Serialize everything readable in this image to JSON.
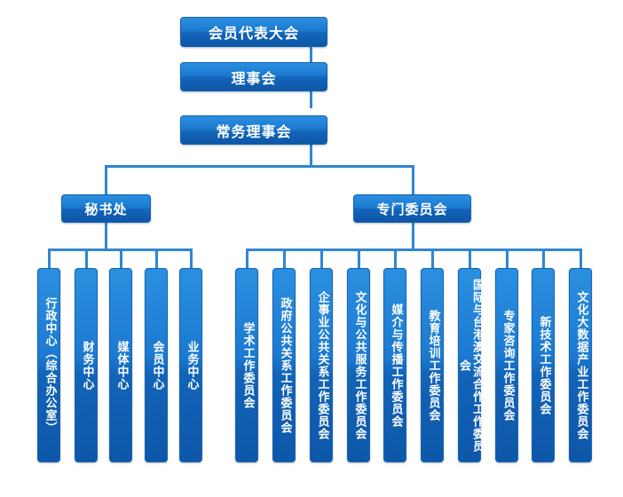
{
  "chart_data": {
    "type": "diagram",
    "title": "",
    "orientation": "top-down organizational chart",
    "levels": [
      {
        "level": 1,
        "nodes": [
          {
            "id": "assembly",
            "label": "会员代表大会"
          }
        ]
      },
      {
        "level": 2,
        "nodes": [
          {
            "id": "council",
            "label": "理事会"
          }
        ]
      },
      {
        "level": 3,
        "nodes": [
          {
            "id": "standing-council",
            "label": "常务理事会"
          }
        ]
      },
      {
        "level": 4,
        "nodes": [
          {
            "id": "secretariat",
            "label": "秘书处"
          },
          {
            "id": "special-committees",
            "label": "专门委员会"
          }
        ]
      },
      {
        "level": 5,
        "parent": "secretariat",
        "nodes": [
          {
            "id": "admin-center",
            "label": "行政中心（综合办公室）"
          },
          {
            "id": "finance-center",
            "label": "财务中心"
          },
          {
            "id": "media-center",
            "label": "媒体中心"
          },
          {
            "id": "member-center",
            "label": "会员中心"
          },
          {
            "id": "business-center",
            "label": "业务中心"
          }
        ]
      },
      {
        "level": 5,
        "parent": "special-committees",
        "nodes": [
          {
            "id": "academic-work",
            "label": "学术工作委员会"
          },
          {
            "id": "gov-pr",
            "label": "政府公共关系工作委员会"
          },
          {
            "id": "enterprise-pr",
            "label": "企事业公共关系工作委员会"
          },
          {
            "id": "culture-service",
            "label": "文化与公共服务工作委员会"
          },
          {
            "id": "media-comm",
            "label": "媒介与传播工作委员会"
          },
          {
            "id": "education-training",
            "label": "教育培训工作委员会"
          },
          {
            "id": "intl-exchange",
            "label": "国际与台港澳交流合作工作委员会"
          },
          {
            "id": "expert-consulting",
            "label": "专家咨询工作委员会"
          },
          {
            "id": "new-tech",
            "label": "新技术工作委员会"
          },
          {
            "id": "culture-bigdata",
            "label": "文化大数据产业工作委员会"
          }
        ]
      }
    ],
    "colors": {
      "node_fill_top": "#2b8fe0",
      "node_fill_bottom": "#0e57a8",
      "node_border": "#1565b5",
      "node_text": "#ffffff",
      "connector": "#2f86d4",
      "background": "#ffffff"
    }
  }
}
